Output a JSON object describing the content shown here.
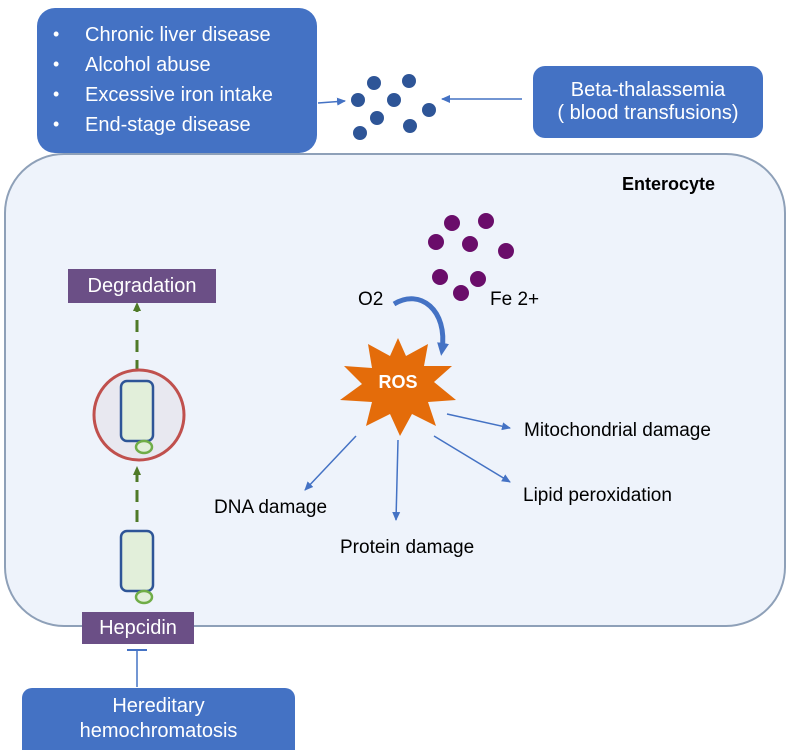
{
  "causes": {
    "items": [
      "Chronic liver disease",
      "Alcohol abuse",
      "Excessive iron intake",
      "End-stage disease"
    ],
    "bullet": "•"
  },
  "beta_thalassemia": {
    "line1": "Beta-thalassemia",
    "line2": "( blood transfusions)"
  },
  "enterocyte": {
    "label": "Enterocyte"
  },
  "degradation": {
    "label": "Degradation"
  },
  "hepcidin": {
    "label": "Hepcidin"
  },
  "hereditary": {
    "line1": "Hereditary",
    "line2": "hemochromatosis"
  },
  "reactions": {
    "o2": "O2",
    "fe": "Fe 2+",
    "ros": "ROS"
  },
  "effects": {
    "mitochondrial": "Mitochondrial damage",
    "lipid": "Lipid peroxidation",
    "dna": "DNA damage",
    "protein": "Protein damage"
  },
  "colors": {
    "box_blue": "#4472c4",
    "iron_dot_blue": "#2e5597",
    "fe_dot_purple": "#6a0d6a",
    "ros_orange": "#e46c0a",
    "purple_label": "#6b4f86",
    "green_arrow": "#4f7a28",
    "vesicle_red": "#c0504d"
  }
}
